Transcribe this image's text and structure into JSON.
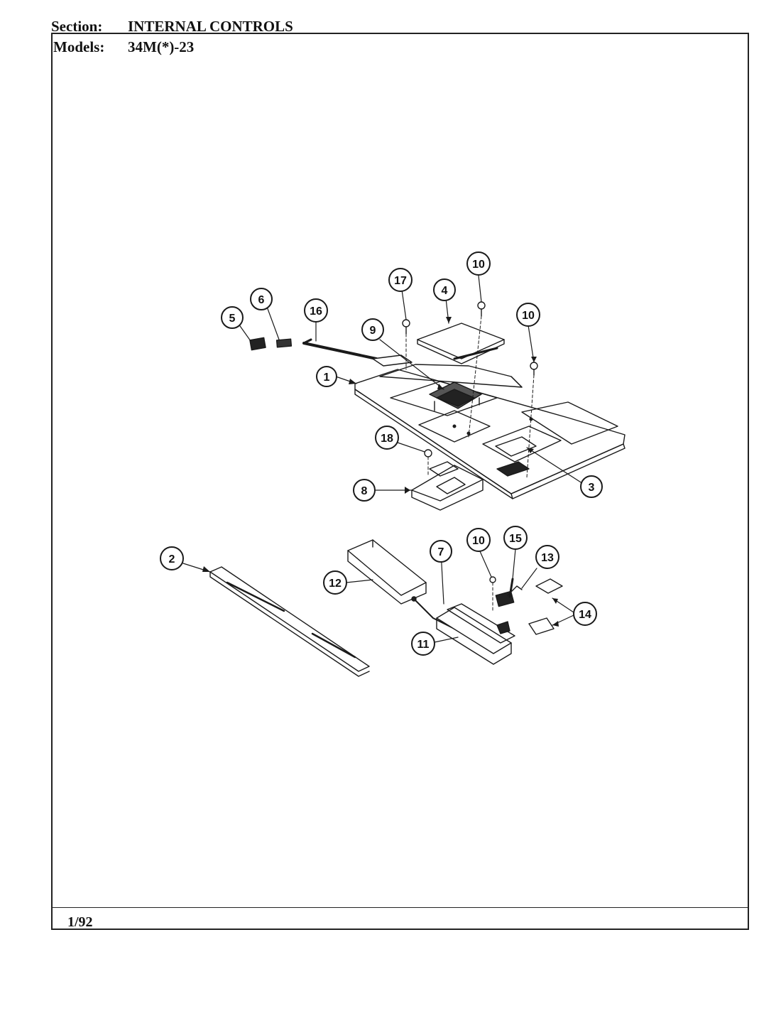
{
  "header": {
    "section_label": "Section:",
    "section_value": "INTERNAL CONTROLS",
    "models_label": "Models:",
    "models_value": "34M(*)-23"
  },
  "footer": {
    "date": "1/92"
  },
  "callouts": [
    {
      "id": "c1",
      "label": "1"
    },
    {
      "id": "c2",
      "label": "2"
    },
    {
      "id": "c3",
      "label": "3"
    },
    {
      "id": "c4",
      "label": "4"
    },
    {
      "id": "c5",
      "label": "5"
    },
    {
      "id": "c6",
      "label": "6"
    },
    {
      "id": "c7",
      "label": "7"
    },
    {
      "id": "c8",
      "label": "8"
    },
    {
      "id": "c9",
      "label": "9"
    },
    {
      "id": "c10a",
      "label": "10"
    },
    {
      "id": "c10b",
      "label": "10"
    },
    {
      "id": "c10c",
      "label": "10"
    },
    {
      "id": "c11",
      "label": "11"
    },
    {
      "id": "c12",
      "label": "12"
    },
    {
      "id": "c13",
      "label": "13"
    },
    {
      "id": "c14",
      "label": "14"
    },
    {
      "id": "c15",
      "label": "15"
    },
    {
      "id": "c16",
      "label": "16"
    },
    {
      "id": "c17",
      "label": "17"
    },
    {
      "id": "c18",
      "label": "18"
    }
  ]
}
